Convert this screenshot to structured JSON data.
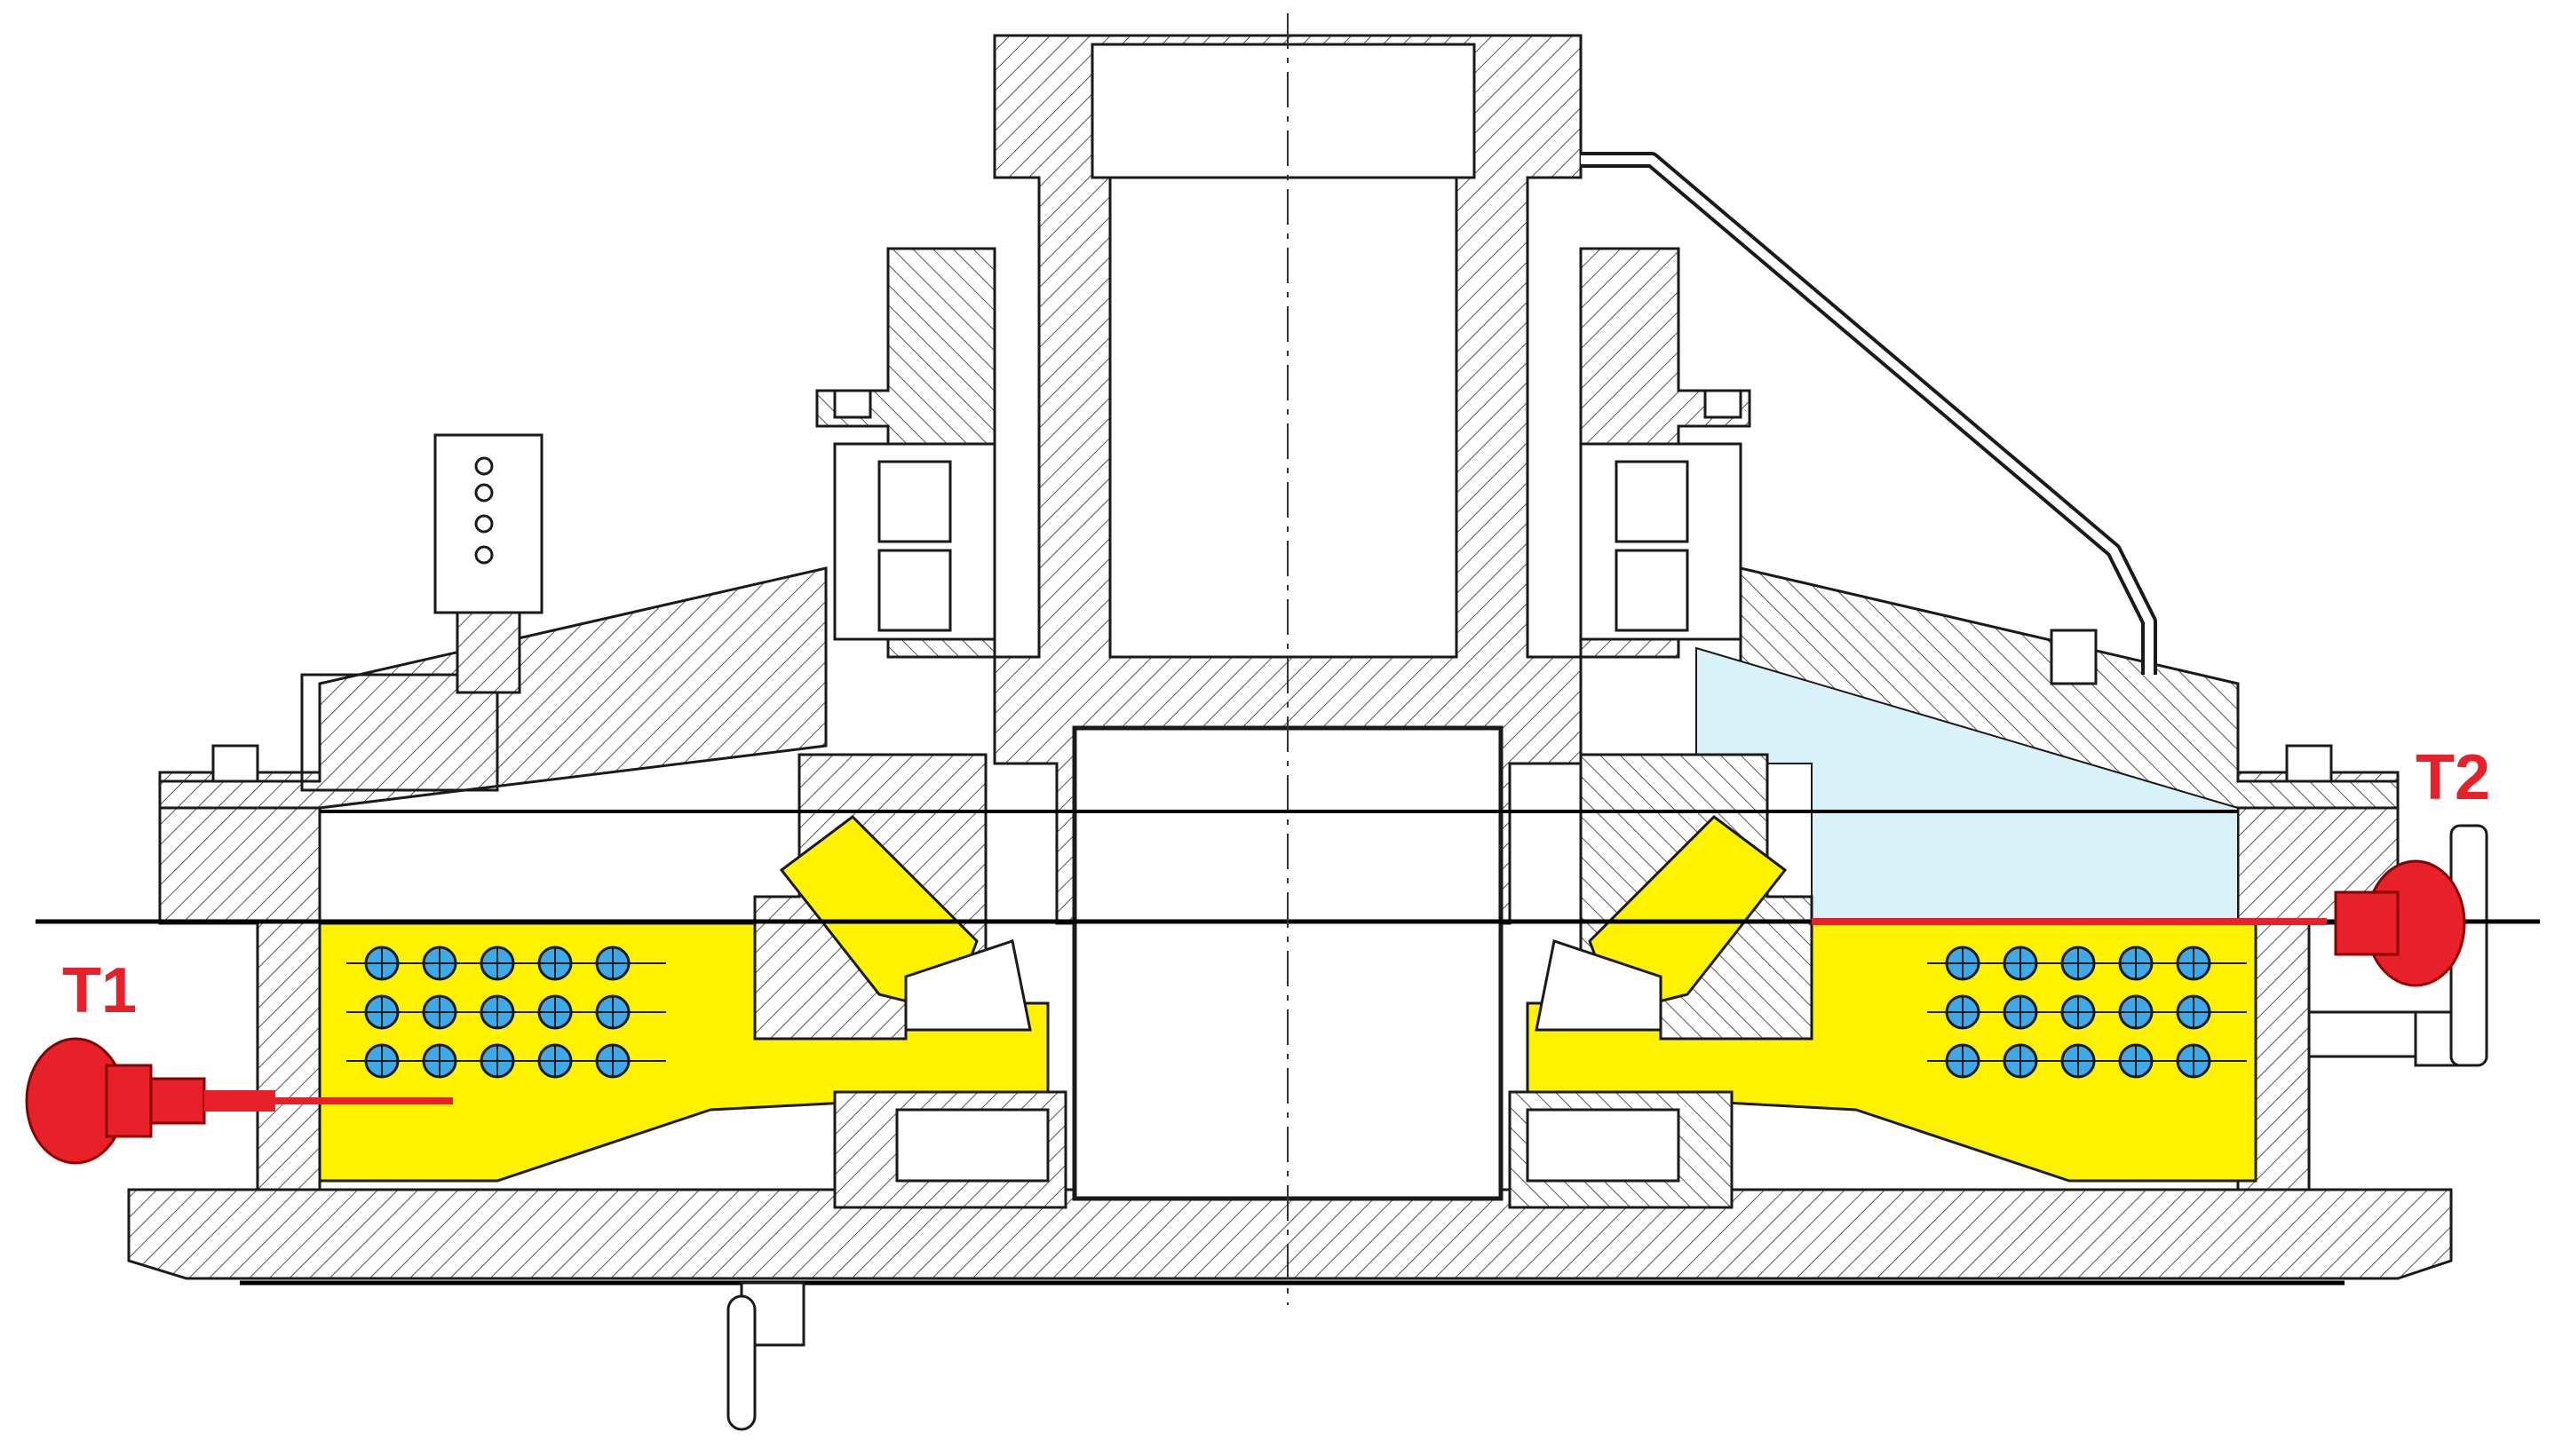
{
  "labels": {
    "t1": "T1",
    "t2": "T2"
  },
  "colors": {
    "oil": "#fff200",
    "air_space": "#d9f1f8",
    "sensor": "#e8202a",
    "cooling_tube": "#3da9e8",
    "steel_fill": "#ffffff",
    "line": "#1a1a1a",
    "level_line": "#000000",
    "label": "#e8202a"
  },
  "icons": [
    "temperature-sensor-icon",
    "cooling-tube-icon",
    "bolt-icon",
    "roller-bearing-icon"
  ],
  "cooling_coils": {
    "left": {
      "rows": 3,
      "cols": 5
    },
    "right": {
      "rows": 3,
      "cols": 5
    }
  }
}
